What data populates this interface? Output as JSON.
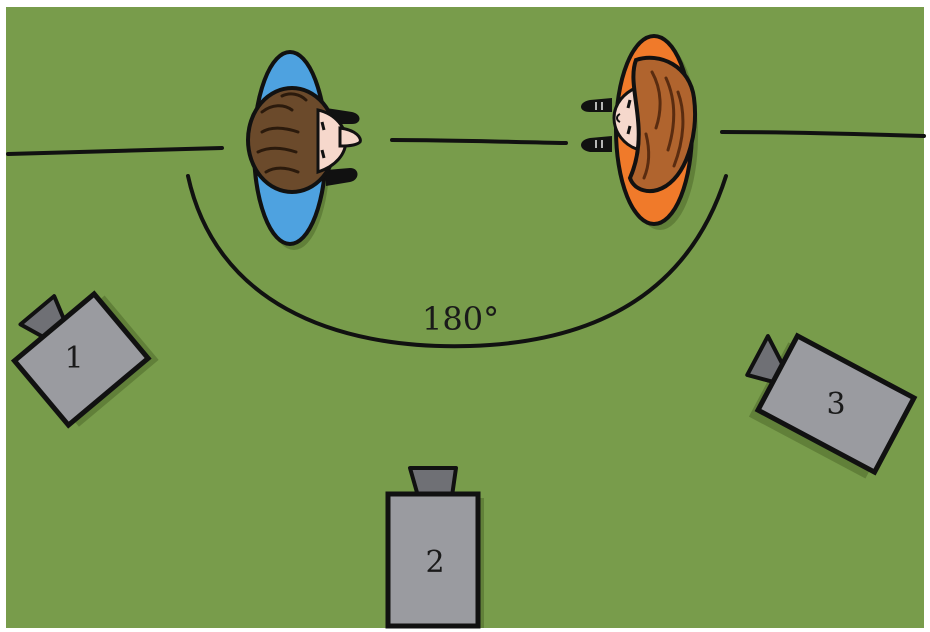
{
  "colors": {
    "grass": "#789c4b",
    "shadow": "#4e6a2c",
    "outline": "#111111",
    "camera_body": "#9a9ba0",
    "camera_lens": "#6f7075",
    "person_left_body": "#4ea2e0",
    "person_left_hair": "#6b4a2b",
    "person_right_body": "#f07a2a",
    "person_right_hair": "#b0642e",
    "skin": "#f6d8cc"
  },
  "angle_label": "180°",
  "cameras": [
    {
      "label": "1"
    },
    {
      "label": "2"
    },
    {
      "label": "3"
    }
  ],
  "people": [
    {
      "name": "left-person",
      "facing": "right",
      "body": "blue",
      "hair": "brown"
    },
    {
      "name": "right-person",
      "facing": "left",
      "body": "orange",
      "hair": "auburn"
    }
  ]
}
